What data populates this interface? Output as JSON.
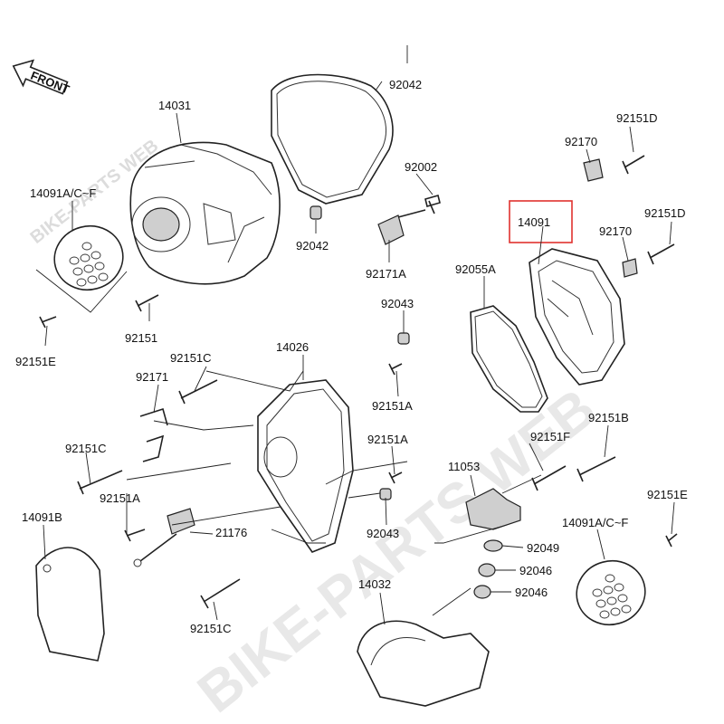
{
  "diagram": {
    "front_label": "FRONT",
    "highlight_color": "#e0322f",
    "watermark": "BIKE-PARTS WEB",
    "callouts": [
      {
        "id": "c14031",
        "text": "14031"
      },
      {
        "id": "c92042a",
        "text": "92042"
      },
      {
        "id": "c92002",
        "text": "92002"
      },
      {
        "id": "c92042b",
        "text": "92042"
      },
      {
        "id": "c92171a",
        "text": "92171A"
      },
      {
        "id": "c14091acf",
        "text": "14091A/C~F"
      },
      {
        "id": "c92151",
        "text": "92151"
      },
      {
        "id": "c92151e_l",
        "text": "92151E"
      },
      {
        "id": "c92151d_a",
        "text": "92151D"
      },
      {
        "id": "c92170a",
        "text": "92170"
      },
      {
        "id": "c14091",
        "text": "14091"
      },
      {
        "id": "c92151d_b",
        "text": "92151D"
      },
      {
        "id": "c92170b",
        "text": "92170"
      },
      {
        "id": "c92055a",
        "text": "92055A"
      },
      {
        "id": "c92043a",
        "text": "92043"
      },
      {
        "id": "c92151c_a",
        "text": "92151C"
      },
      {
        "id": "c14026",
        "text": "14026"
      },
      {
        "id": "c92171",
        "text": "92171"
      },
      {
        "id": "c92151a_a",
        "text": "92151A"
      },
      {
        "id": "c92151b",
        "text": "92151B"
      },
      {
        "id": "c92151c_b",
        "text": "92151C"
      },
      {
        "id": "c92151f",
        "text": "92151F"
      },
      {
        "id": "c92151a_b",
        "text": "92151A"
      },
      {
        "id": "c11053",
        "text": "11053"
      },
      {
        "id": "c92151a_c",
        "text": "92151A"
      },
      {
        "id": "c92151e_r",
        "text": "92151E"
      },
      {
        "id": "c14091b",
        "text": "14091B"
      },
      {
        "id": "c21176",
        "text": "21176"
      },
      {
        "id": "c92043b",
        "text": "92043"
      },
      {
        "id": "c14091acf_b",
        "text": "14091A/C~F"
      },
      {
        "id": "c92049",
        "text": "92049"
      },
      {
        "id": "c92046a",
        "text": "92046"
      },
      {
        "id": "c14032",
        "text": "14032"
      },
      {
        "id": "c92046b",
        "text": "92046"
      },
      {
        "id": "c92151c_c",
        "text": "92151C"
      }
    ]
  }
}
